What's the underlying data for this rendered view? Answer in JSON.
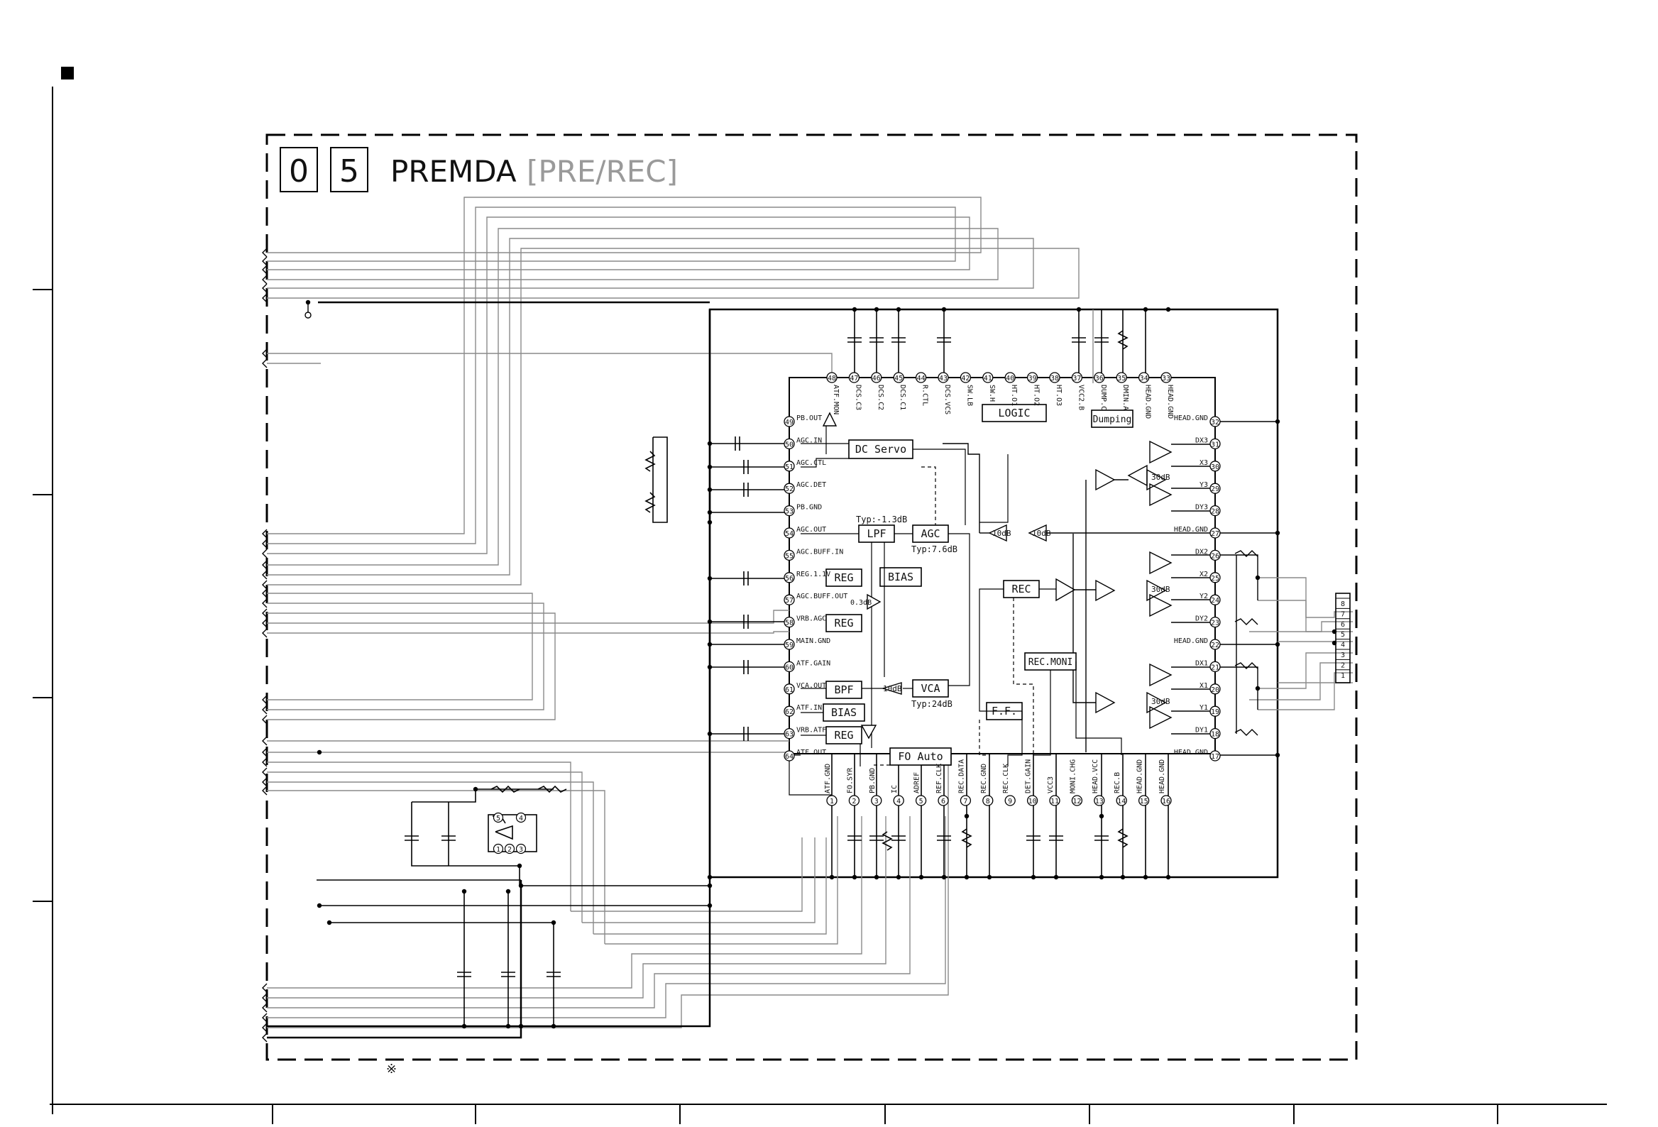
{
  "title": {
    "box1": "0",
    "box2": "5",
    "name": "PREMDA",
    "mode": "[PRE/REC]"
  },
  "footnote": "※",
  "blocks": {
    "dc_servo": "DC Servo",
    "logic": "LOGIC",
    "dumping": "Dumping",
    "lpf": "LPF",
    "agc": "AGC",
    "bias1": "BIAS",
    "reg1": "REG",
    "reg2": "REG",
    "reg3": "REG",
    "rec": "REC",
    "rec_moni": "REC.MONI",
    "bpf": "BPF",
    "vca": "VCA",
    "bias2": "BIAS",
    "ff": "F.F.",
    "fo_auto": "FO Auto"
  },
  "annotations": {
    "lpf_typ": "Typ:-1.3dB",
    "agc_typ": "Typ:7.6dB",
    "vca_typ": "Typ:24dB",
    "gain_10db_a": "10dB",
    "gain_10db_b": "10dB",
    "gain_10db_c": "10dB",
    "gain_30db_a": "30dB",
    "gain_30db_b": "30dB",
    "gain_30db_c": "30dB",
    "gain_0db": "0.3dB"
  },
  "left_pins": [
    {
      "num": "49",
      "label": "PB.OUT"
    },
    {
      "num": "50",
      "label": "AGC.IN"
    },
    {
      "num": "51",
      "label": "AGC.CTL"
    },
    {
      "num": "52",
      "label": "AGC.DET"
    },
    {
      "num": "53",
      "label": "PB.GND"
    },
    {
      "num": "54",
      "label": "AGC.OUT"
    },
    {
      "num": "55",
      "label": "AGC.BUFF.IN"
    },
    {
      "num": "56",
      "label": "REG.1.1V"
    },
    {
      "num": "57",
      "label": "AGC.BUFF.OUT"
    },
    {
      "num": "58",
      "label": "VRB.AGC"
    },
    {
      "num": "59",
      "label": "MAIN.GND"
    },
    {
      "num": "60",
      "label": "ATF.GAIN"
    },
    {
      "num": "61",
      "label": "VCA.OUT"
    },
    {
      "num": "62",
      "label": "ATF.IN"
    },
    {
      "num": "63",
      "label": "VRB.ATF"
    },
    {
      "num": "64",
      "label": "ATF.OUT"
    }
  ],
  "top_pins": [
    {
      "num": "48",
      "label": "ATF.MON"
    },
    {
      "num": "47",
      "label": "DCS.C3"
    },
    {
      "num": "46",
      "label": "DCS.C2"
    },
    {
      "num": "45",
      "label": "DCS.C1"
    },
    {
      "num": "44",
      "label": "R.CTL"
    },
    {
      "num": "43",
      "label": "DCS.VCS"
    },
    {
      "num": "42",
      "label": "SW.LB"
    },
    {
      "num": "41",
      "label": "SW.H"
    },
    {
      "num": "40",
      "label": "HT.O1"
    },
    {
      "num": "39",
      "label": "HT.O2"
    },
    {
      "num": "38",
      "label": "HT.O3"
    },
    {
      "num": "37",
      "label": "VCC2.B"
    },
    {
      "num": "36",
      "label": "DUMP.C"
    },
    {
      "num": "35",
      "label": "DMIN.A"
    },
    {
      "num": "34",
      "label": "HEAD.GND"
    },
    {
      "num": "33",
      "label": "HEAD.GND"
    }
  ],
  "right_pins": [
    {
      "num": "32",
      "label": "HEAD.GND"
    },
    {
      "num": "31",
      "label": "DX3"
    },
    {
      "num": "30",
      "label": "X3"
    },
    {
      "num": "29",
      "label": "Y3"
    },
    {
      "num": "28",
      "label": "DY3"
    },
    {
      "num": "27",
      "label": "HEAD.GND"
    },
    {
      "num": "26",
      "label": "DX2"
    },
    {
      "num": "25",
      "label": "X2"
    },
    {
      "num": "24",
      "label": "Y2"
    },
    {
      "num": "23",
      "label": "DY2"
    },
    {
      "num": "22",
      "label": "HEAD.GND"
    },
    {
      "num": "21",
      "label": "DX1"
    },
    {
      "num": "20",
      "label": "X1"
    },
    {
      "num": "19",
      "label": "Y1"
    },
    {
      "num": "18",
      "label": "DY1"
    },
    {
      "num": "17",
      "label": "HEAD.GND"
    }
  ],
  "bottom_pins": [
    {
      "num": "1",
      "label": "ATF.GND"
    },
    {
      "num": "2",
      "label": "FO.SYR"
    },
    {
      "num": "3",
      "label": "PB.GND"
    },
    {
      "num": "4",
      "label": "IC"
    },
    {
      "num": "5",
      "label": "ADREF"
    },
    {
      "num": "6",
      "label": "REF.CLK"
    },
    {
      "num": "7",
      "label": "REC.DATA"
    },
    {
      "num": "8",
      "label": "REC.GND"
    },
    {
      "num": "9",
      "label": "REC.CLK"
    },
    {
      "num": "10",
      "label": "DET.GAIN"
    },
    {
      "num": "11",
      "label": "VCC3"
    },
    {
      "num": "12",
      "label": "MONI.CHG"
    },
    {
      "num": "13",
      "label": "HEAD.VCC"
    },
    {
      "num": "14",
      "label": "REC.B"
    },
    {
      "num": "15",
      "label": "HEAD.GND"
    },
    {
      "num": "16",
      "label": "HEAD.GND"
    }
  ],
  "connector_pins": [
    "8",
    "7",
    "6",
    "5",
    "4",
    "3",
    "2",
    "1"
  ],
  "small_ic_pins": [
    "5",
    "4",
    "1",
    "2",
    "3"
  ]
}
